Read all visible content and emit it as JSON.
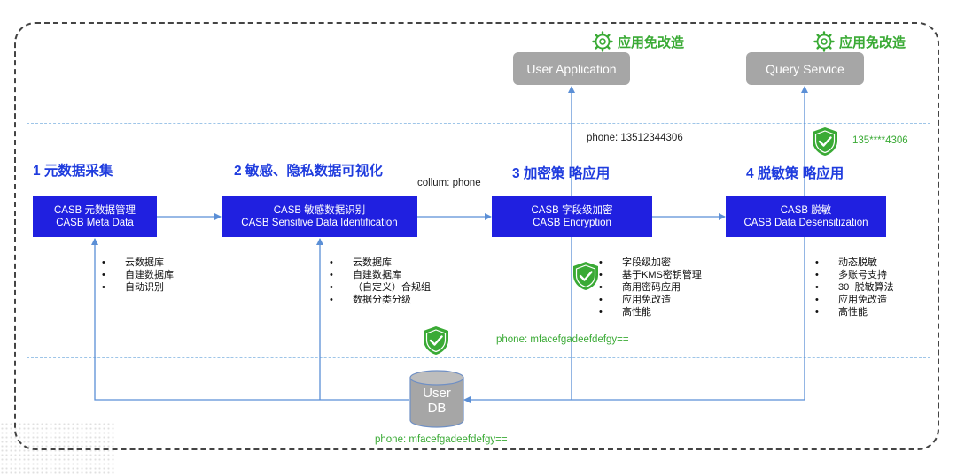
{
  "badges": {
    "no_change_label": "应用免改造"
  },
  "services": {
    "user_app": "User Application",
    "query": "Query Service"
  },
  "steps": [
    {
      "title": "1 元数据采集",
      "box_cn": "CASB 元数据管理",
      "box_en": "CASB Meta Data",
      "bullets": [
        "云数据库",
        "自建数据库",
        "自动识别"
      ]
    },
    {
      "title": "2 敏感、隐私数据可视化",
      "box_cn": "CASB 敏感数据识别",
      "box_en": "CASB Sensitive Data Identification",
      "bullets": [
        "云数据库",
        "自建数据库",
        "（自定义）合规组",
        "数据分类分级"
      ]
    },
    {
      "title": "3 加密策 略应用",
      "box_cn": "CASB 字段级加密",
      "box_en": "CASB Encryption",
      "bullets": [
        "字段级加密",
        "基于KMS密钥管理",
        "商用密码应用",
        "应用免改造",
        "高性能"
      ]
    },
    {
      "title": "4 脱敏策 略应用",
      "box_cn": "CASB 脱敏",
      "box_en": "CASB Data Desensitization",
      "bullets": [
        "动态脱敏",
        "多账号支持",
        "30+脱敏算法",
        "应用免改造",
        "高性能"
      ]
    }
  ],
  "notes": {
    "column": "collum: phone",
    "phone_plain": "phone: 13512344306",
    "phone_masked": "135****4306",
    "phone_encrypted_mid": "phone: mfacefgadeefdefgy==",
    "phone_encrypted_bottom": "phone: mfacefgadeefdefgy=="
  },
  "db": {
    "line1": "User",
    "line2": "DB"
  },
  "colors": {
    "step_blue": "#1f3cde",
    "box_blue": "#2020e0",
    "green": "#3aaa35",
    "arrow": "#5b8fd6",
    "service_gray": "#a6a6a6"
  },
  "icons": [
    "gear-icon",
    "shield-check-icon",
    "database-icon"
  ]
}
